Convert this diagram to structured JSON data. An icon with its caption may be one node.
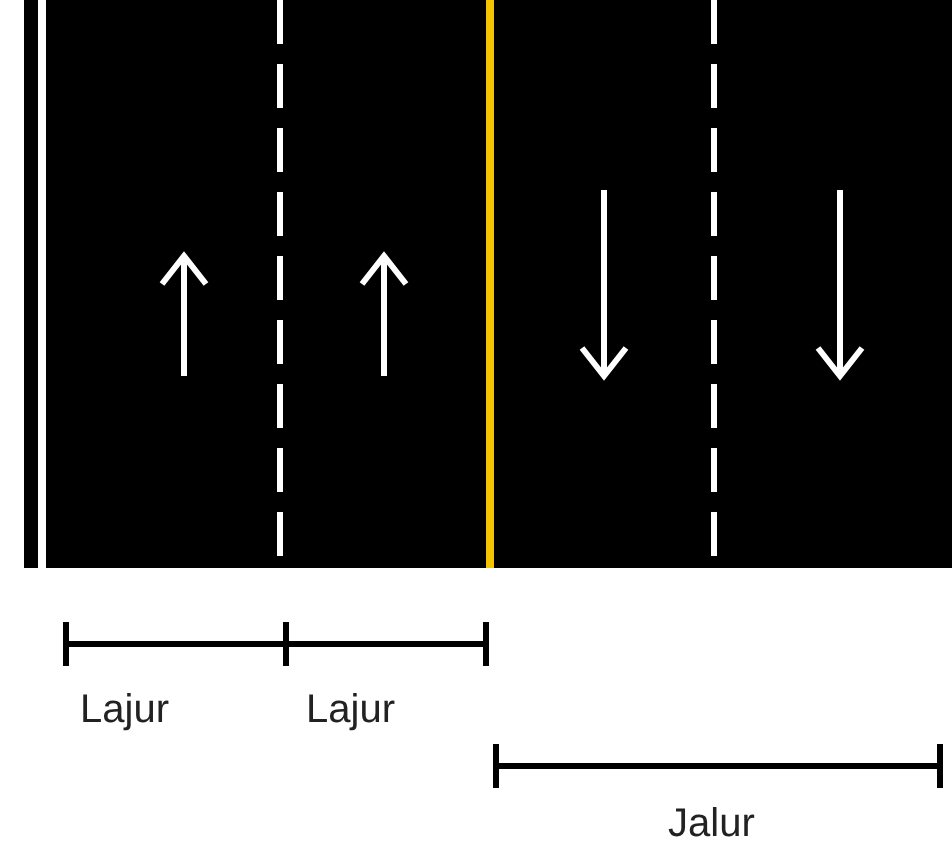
{
  "diagram": {
    "labels": [
      "Lajur",
      "Lajur",
      "Jalur"
    ]
  }
}
